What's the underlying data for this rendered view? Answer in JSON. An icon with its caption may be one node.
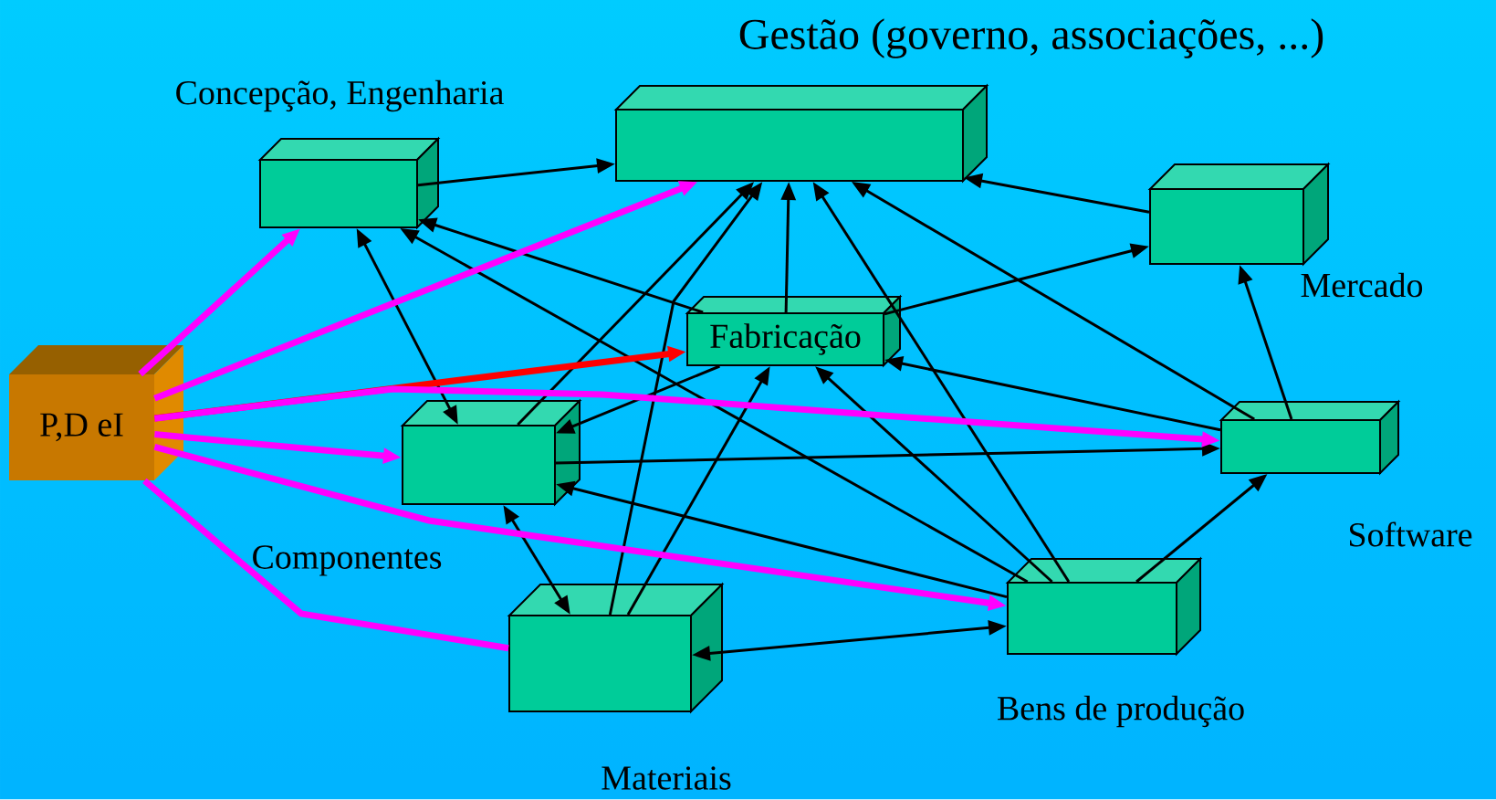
{
  "diagram": {
    "nodes": [
      {
        "text": [
          "Gestão (governo, associações, ...)"
        ]
      },
      {
        "text": [
          "Concepção, Engenharia"
        ]
      },
      {
        "text": [
          "Mercado"
        ]
      },
      {
        "text": [
          "P,D eI"
        ]
      },
      {
        "text": [
          "Fabricação"
        ]
      },
      {
        "text": [
          "Componentes"
        ]
      },
      {
        "text": [
          "Software"
        ]
      },
      {
        "text": [
          "Bens de produção"
        ]
      },
      {
        "text": [
          "Materiais"
        ]
      }
    ],
    "edges": [
      {
        "from": 1,
        "to": 0,
        "arrow": "to"
      },
      {
        "from": 2,
        "to": 0,
        "arrow": "to"
      },
      {
        "from": 5,
        "to": 0,
        "arrow": "to"
      },
      {
        "from": 8,
        "to": 0,
        "arrow": "to"
      },
      {
        "from": 4,
        "to": 0,
        "arrow": "to"
      },
      {
        "from": 7,
        "to": 0,
        "arrow": "to"
      },
      {
        "from": 6,
        "to": 0,
        "arrow": "to"
      },
      {
        "from": 4,
        "to": 1,
        "arrow": "to"
      },
      {
        "from": 1,
        "to": 5,
        "arrow": "both"
      },
      {
        "from": 7,
        "to": 1,
        "arrow": "to"
      },
      {
        "from": 4,
        "to": 5,
        "arrow": "to"
      },
      {
        "from": 8,
        "to": 4,
        "arrow": "to"
      },
      {
        "from": 7,
        "to": 4,
        "arrow": "to"
      },
      {
        "from": 6,
        "to": 4,
        "arrow": "to"
      },
      {
        "from": 4,
        "to": 2,
        "arrow": "to"
      },
      {
        "from": 6,
        "to": 2,
        "arrow": "to"
      },
      {
        "from": 8,
        "to": 5,
        "arrow": "both"
      },
      {
        "from": 7,
        "to": 5,
        "arrow": "to"
      },
      {
        "from": 5,
        "to": 6,
        "arrow": "to"
      },
      {
        "from": 7,
        "to": 6,
        "arrow": "to"
      },
      {
        "from": 8,
        "to": 7,
        "arrow": "both"
      },
      {
        "from": 3,
        "to": 1,
        "arrow": "to",
        "style": "thick",
        "color": "#ff00ff"
      },
      {
        "from": 3,
        "to": 0,
        "arrow": "to",
        "style": "thick",
        "color": "#ff00ff"
      },
      {
        "from": 3,
        "to": 4,
        "arrow": "to",
        "style": "thick",
        "color": "#ff0000"
      },
      {
        "from": 3,
        "to": 5,
        "arrow": "to",
        "style": "thick",
        "color": "#ff00ff"
      },
      {
        "from": 3,
        "to": 6,
        "arrow": "to",
        "style": "thick",
        "color": "#ff00ff"
      },
      {
        "from": 3,
        "to": 7,
        "arrow": "to",
        "style": "thick",
        "color": "#ff00ff"
      },
      {
        "from": 3,
        "to": 8,
        "arrow": "none",
        "style": "thick",
        "color": "#ff00ff"
      }
    ]
  }
}
